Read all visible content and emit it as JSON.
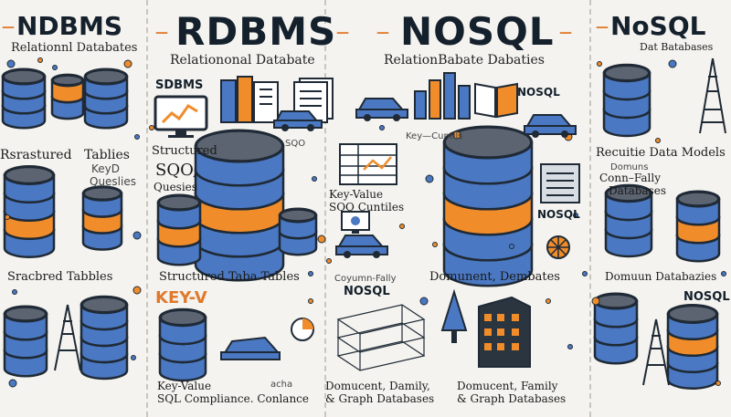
{
  "headers": {
    "left_title": "NDBMS",
    "left_subtitle": "Relationnl Databates",
    "center_left_title": "RDBMS",
    "center_left_subtitle": "Relationonal Databate",
    "center_right_title": "NOSQL",
    "center_right_subtitle": "RelationBabate Dabaties",
    "right_title": "NoSQL",
    "right_subtitle": "Dat Batabases"
  },
  "labels": {
    "sdbms_tag": "SDBMS",
    "nosql_tag_1": "NOSQL",
    "nosql_tag_2": "NOSQL",
    "nosql_tag_3": "NOSQL",
    "nosql_tag_4": "NOSQL",
    "keyv_tag": "KEY-V",
    "rsrastured": "Rsrastured",
    "tables": "Tablies",
    "keyd": "KeyD",
    "quesles": "Queslies",
    "structured": "Structured",
    "sqo": "SQO,",
    "quesies": "Quesies",
    "sqd_small": "SQO",
    "key_cuntils": "Key—Cuntils",
    "keyvalue_sqo": "Key-Value\nSQO Cuntiles",
    "recuitie": "Recuitie Data Models",
    "domuns": "Domuns",
    "conn_fally": "Conn–Fally",
    "databases_r": "Databases",
    "sracbred": "Sracbred Tabbles",
    "structured_taba": "Structured Taba Tables",
    "coyumn_fally": "Coyumn-Fally",
    "domunent": "Domunent, Dembates",
    "domuun": "Domuun Databazies",
    "keyvalue_sql": "Key-Value\nSQL Compliance. Conlance",
    "acha": "acha",
    "domucent_damily": "Domucent, Damily,\n& Graph Databases",
    "domucent_family": "Domucent, Family\n& Graph Databases"
  },
  "colors": {
    "blue": "#4a78c2",
    "dark": "#1f2a36",
    "orange": "#f08c2a",
    "gray": "#5b6470",
    "paper": "#f4f3ef"
  }
}
